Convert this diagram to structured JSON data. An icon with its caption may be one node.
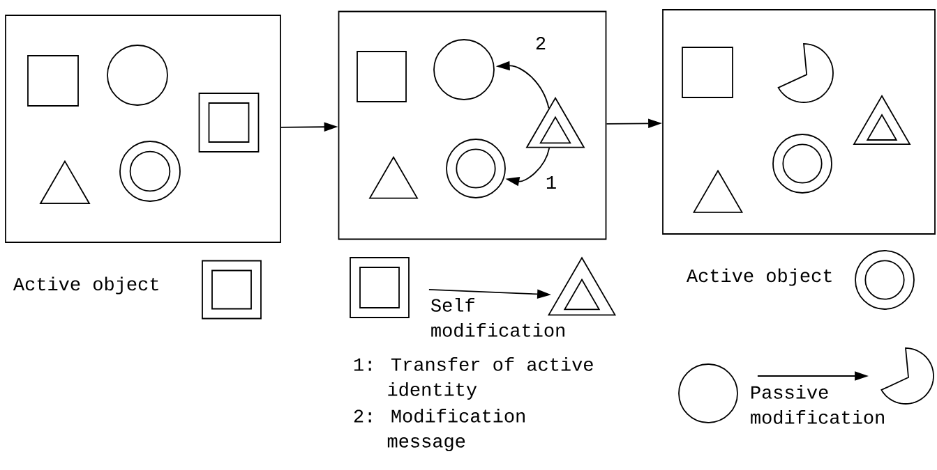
{
  "diagram": {
    "nodes": [
      {
        "text": [],
        "shape": "box"
      },
      {
        "text": [],
        "shape": "box",
        "in": 0
      },
      {
        "text": [],
        "shape": "circle",
        "in": 0
      },
      {
        "text": [],
        "shape": "double-box",
        "in": 0
      },
      {
        "text": [],
        "shape": "triangle",
        "in": 0
      },
      {
        "text": [],
        "shape": "double-circle",
        "in": 0
      },
      {
        "text": [],
        "shape": "box"
      },
      {
        "text": [],
        "shape": "box",
        "in": 6
      },
      {
        "text": [],
        "shape": "circle",
        "in": 6
      },
      {
        "text": [],
        "shape": "double-triangle",
        "in": 6
      },
      {
        "text": [],
        "shape": "triangle",
        "in": 6
      },
      {
        "text": [],
        "shape": "double-circle",
        "in": 6
      },
      {
        "text": [],
        "shape": "box"
      },
      {
        "text": [],
        "shape": "box",
        "in": 12
      },
      {
        "text": [],
        "shape": "pie",
        "in": 12
      },
      {
        "text": [],
        "shape": "double-triangle",
        "in": 12
      },
      {
        "text": [],
        "shape": "triangle",
        "in": 12
      },
      {
        "text": [],
        "shape": "double-circle",
        "in": 12
      },
      {
        "text": [],
        "shape": "double-box",
        "beside": [
          "Active object"
        ]
      },
      {
        "text": [],
        "shape": "double-box"
      },
      {
        "text": [],
        "shape": "double-triangle"
      },
      {
        "text": [],
        "shape": "double-circle",
        "beside": [
          "Active object"
        ]
      },
      {
        "text": [],
        "shape": "circle"
      },
      {
        "text": [],
        "shape": "pie"
      }
    ],
    "edges": [
      {
        "from": 0,
        "to": 6,
        "arrow": "to"
      },
      {
        "from": 6,
        "to": 12,
        "arrow": "to"
      },
      {
        "from": 9,
        "to": 8,
        "arrow": "to",
        "label": "2"
      },
      {
        "from": 9,
        "to": 11,
        "arrow": "to",
        "label": "1"
      },
      {
        "from": 19,
        "to": 20,
        "arrow": "to",
        "label": "Self modification"
      },
      {
        "from": 22,
        "to": 23,
        "arrow": "to",
        "label": "Passive modification"
      }
    ],
    "labels": [
      "1: Transfer of active identity",
      "2: Modification message"
    ]
  }
}
